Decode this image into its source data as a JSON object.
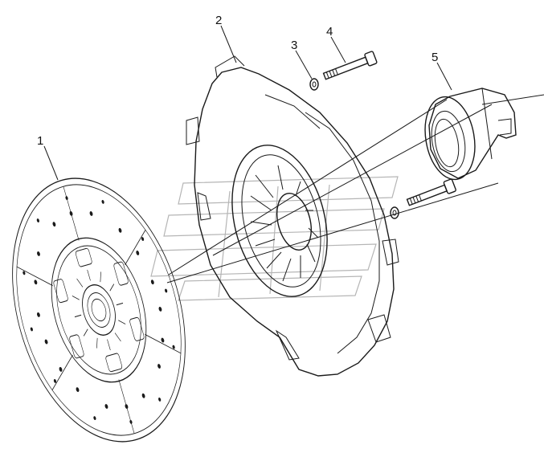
{
  "colors": {
    "line": "#1a1a1a",
    "watermark": "#b5b5b5",
    "background": "#ffffff"
  },
  "callouts": [
    {
      "label": "1",
      "part": "clutch-disc"
    },
    {
      "label": "2",
      "part": "pressure-plate-cover"
    },
    {
      "label": "3",
      "part": "washer"
    },
    {
      "label": "4",
      "part": "bolt"
    },
    {
      "label": "5",
      "part": "release-bearing"
    }
  ]
}
